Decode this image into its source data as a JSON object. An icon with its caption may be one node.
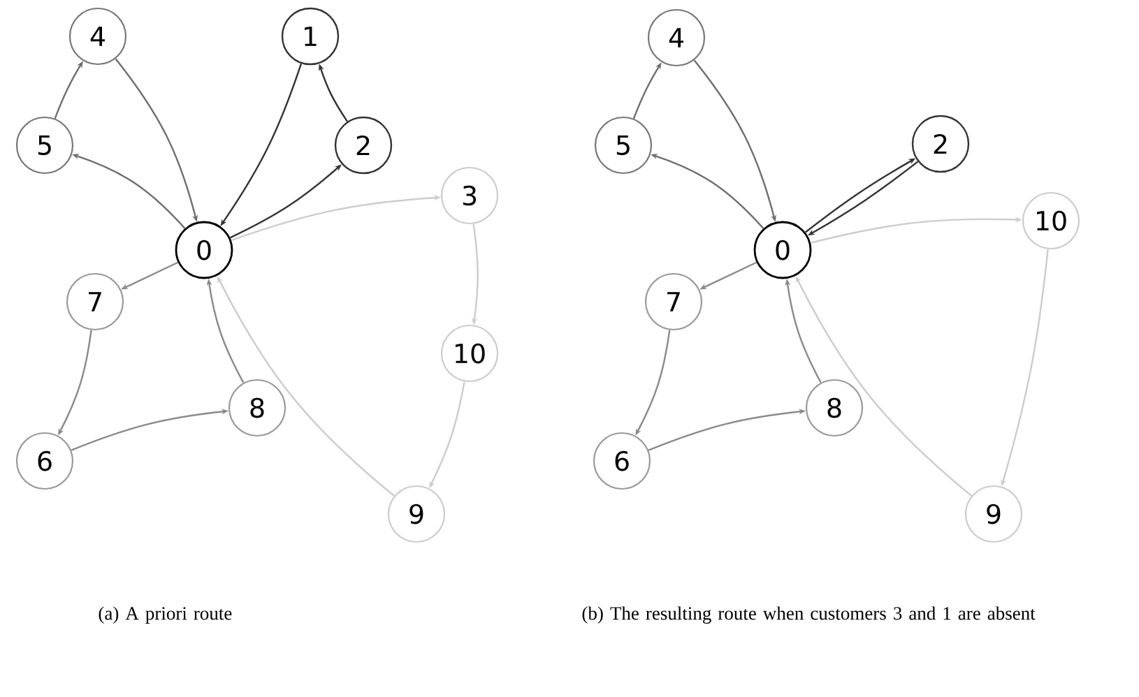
{
  "diagram": {
    "nodes": [
      {
        "text": [
          "0"
        ]
      },
      {
        "text": [
          "4"
        ]
      },
      {
        "text": [
          "1"
        ]
      },
      {
        "text": [
          "5"
        ]
      },
      {
        "text": [
          "2"
        ]
      },
      {
        "text": [
          "3"
        ]
      },
      {
        "text": [
          "7"
        ]
      },
      {
        "text": [
          "10"
        ]
      },
      {
        "text": [
          "8"
        ]
      },
      {
        "text": [
          "6"
        ]
      },
      {
        "text": [
          "9"
        ]
      },
      {
        "text": [
          "4"
        ]
      },
      {
        "text": [
          "5"
        ]
      },
      {
        "text": [
          "2"
        ]
      },
      {
        "text": [
          "10"
        ]
      },
      {
        "text": [
          "0"
        ]
      },
      {
        "text": [
          "7"
        ]
      },
      {
        "text": [
          "8"
        ]
      },
      {
        "text": [
          "6"
        ]
      },
      {
        "text": [
          "9"
        ]
      }
    ],
    "edges": [
      {
        "from": 0,
        "to": 3,
        "arrow": "to",
        "color": "#6e6e6e"
      },
      {
        "from": 3,
        "to": 1,
        "arrow": "to",
        "color": "#6e6e6e"
      },
      {
        "from": 1,
        "to": 0,
        "arrow": "to",
        "color": "#6e6e6e"
      },
      {
        "from": 0,
        "to": 4,
        "arrow": "to",
        "color": "#333333"
      },
      {
        "from": 4,
        "to": 2,
        "arrow": "to",
        "color": "#333333"
      },
      {
        "from": 2,
        "to": 0,
        "arrow": "to",
        "color": "#333333"
      },
      {
        "from": 0,
        "to": 5,
        "arrow": "to",
        "color": "#cccccc"
      },
      {
        "from": 5,
        "to": 7,
        "arrow": "to",
        "color": "#cccccc"
      },
      {
        "from": 7,
        "to": 10,
        "arrow": "to",
        "color": "#cccccc"
      },
      {
        "from": 10,
        "to": 0,
        "arrow": "to",
        "color": "#cccccc"
      },
      {
        "from": 0,
        "to": 6,
        "arrow": "to",
        "color": "#8a8a8a"
      },
      {
        "from": 6,
        "to": 9,
        "arrow": "to",
        "color": "#8a8a8a"
      },
      {
        "from": 9,
        "to": 8,
        "arrow": "to",
        "color": "#8a8a8a"
      },
      {
        "from": 8,
        "to": 0,
        "arrow": "to",
        "color": "#8a8a8a"
      },
      {
        "from": 15,
        "to": 12,
        "arrow": "to",
        "color": "#6e6e6e"
      },
      {
        "from": 12,
        "to": 11,
        "arrow": "to",
        "color": "#6e6e6e"
      },
      {
        "from": 11,
        "to": 15,
        "arrow": "to",
        "color": "#6e6e6e"
      },
      {
        "from": 15,
        "to": 13,
        "arrow": "to",
        "color": "#333333"
      },
      {
        "from": 13,
        "to": 15,
        "arrow": "to",
        "color": "#333333"
      },
      {
        "from": 15,
        "to": 14,
        "arrow": "to",
        "color": "#cccccc"
      },
      {
        "from": 14,
        "to": 19,
        "arrow": "to",
        "color": "#cccccc"
      },
      {
        "from": 19,
        "to": 15,
        "arrow": "to",
        "color": "#cccccc"
      },
      {
        "from": 15,
        "to": 16,
        "arrow": "to",
        "color": "#8a8a8a"
      },
      {
        "from": 16,
        "to": 18,
        "arrow": "to",
        "color": "#8a8a8a"
      },
      {
        "from": 18,
        "to": 17,
        "arrow": "to",
        "color": "#8a8a8a"
      },
      {
        "from": 17,
        "to": 15,
        "arrow": "to",
        "color": "#8a8a8a"
      }
    ],
    "labels": [
      "(a) A priori route",
      "(b) The resulting route when customers 3 and 1 are absent"
    ]
  }
}
